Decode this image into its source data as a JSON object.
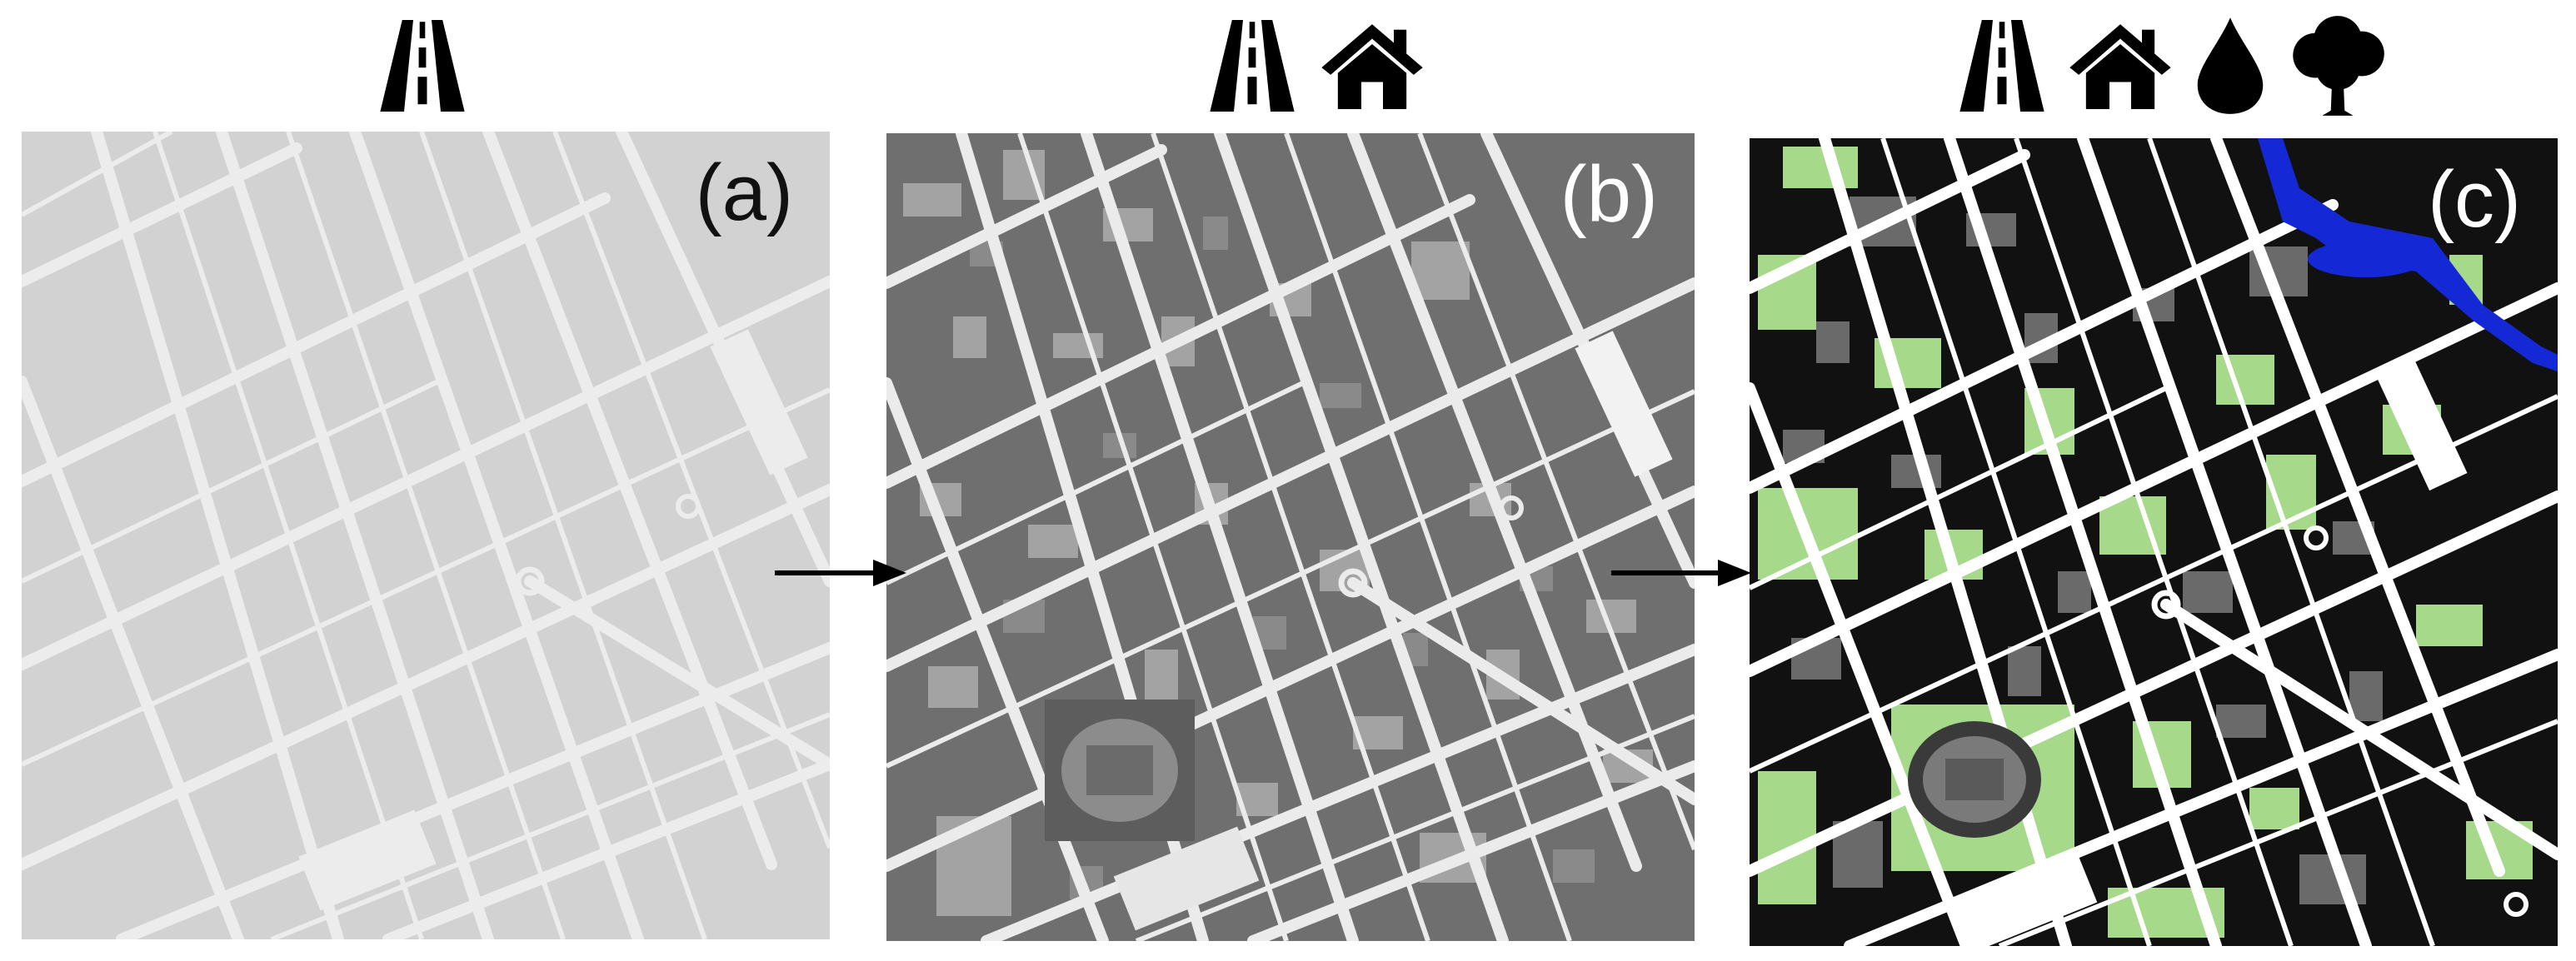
{
  "panels": [
    {
      "id": "a",
      "label": "(a)",
      "layers": [
        "road-icon"
      ],
      "colors": {
        "background": "#d2d2d2",
        "roads": "#ededed",
        "label": "#111111"
      }
    },
    {
      "id": "b",
      "label": "(b)",
      "layers": [
        "road-icon",
        "house-icon"
      ],
      "colors": {
        "background": "#6f6f6f",
        "roads": "#e9e9e9",
        "buildings": "#a8a8a8",
        "label": "#ffffff"
      }
    },
    {
      "id": "c",
      "label": "(c)",
      "layers": [
        "road-icon",
        "house-icon",
        "water-drop-icon",
        "tree-icon"
      ],
      "colors": {
        "background": "#111111",
        "roads": "#ffffff",
        "buildings": "#6a6a6a",
        "green_space": "#a6d98a",
        "water": "#1428d6",
        "label": "#ffffff"
      }
    }
  ]
}
